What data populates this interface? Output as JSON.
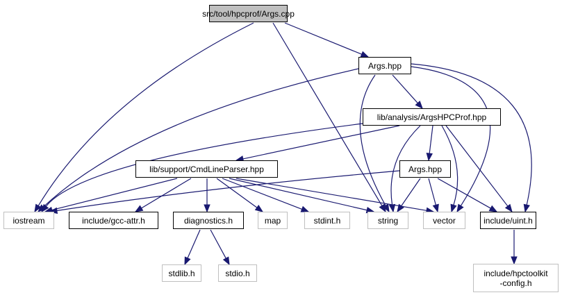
{
  "diagram": {
    "title": "Include dependency graph for src/tool/hpcprof/Args.cpp",
    "edge_color": "#191970",
    "nodes": [
      {
        "id": "root",
        "label": "src/tool/hpcprof/Args.cpp",
        "kind": "root"
      },
      {
        "id": "args_hpp",
        "label": "Args.hpp",
        "kind": "local"
      },
      {
        "id": "argshpcprof",
        "label": "lib/analysis/ArgsHPCProf.hpp",
        "kind": "local"
      },
      {
        "id": "cmdline",
        "label": "lib/support/CmdLineParser.hpp",
        "kind": "local"
      },
      {
        "id": "args_hpp2",
        "label": "Args.hpp",
        "kind": "local"
      },
      {
        "id": "iostream",
        "label": "iostream",
        "kind": "external"
      },
      {
        "id": "gccattr",
        "label": "include/gcc-attr.h",
        "kind": "local"
      },
      {
        "id": "diagnostics",
        "label": "diagnostics.h",
        "kind": "local"
      },
      {
        "id": "map",
        "label": "map",
        "kind": "external"
      },
      {
        "id": "stdint",
        "label": "stdint.h",
        "kind": "external"
      },
      {
        "id": "string",
        "label": "string",
        "kind": "external"
      },
      {
        "id": "vector",
        "label": "vector",
        "kind": "external"
      },
      {
        "id": "uint",
        "label": "include/uint.h",
        "kind": "local"
      },
      {
        "id": "stdlib",
        "label": "stdlib.h",
        "kind": "external"
      },
      {
        "id": "stdio",
        "label": "stdio.h",
        "kind": "external"
      },
      {
        "id": "hpctoolkitcfg",
        "label": "include/hpctoolkit\n-config.h",
        "kind": "external"
      }
    ],
    "edges": [
      [
        "root",
        "iostream"
      ],
      [
        "root",
        "string"
      ],
      [
        "root",
        "args_hpp"
      ],
      [
        "args_hpp",
        "iostream"
      ],
      [
        "args_hpp",
        "string"
      ],
      [
        "args_hpp",
        "argshpcprof"
      ],
      [
        "args_hpp",
        "vector"
      ],
      [
        "args_hpp",
        "uint"
      ],
      [
        "argshpcprof",
        "iostream"
      ],
      [
        "argshpcprof",
        "cmdline"
      ],
      [
        "argshpcprof",
        "string"
      ],
      [
        "argshpcprof",
        "args_hpp2"
      ],
      [
        "argshpcprof",
        "vector"
      ],
      [
        "argshpcprof",
        "uint"
      ],
      [
        "cmdline",
        "iostream"
      ],
      [
        "cmdline",
        "gccattr"
      ],
      [
        "cmdline",
        "diagnostics"
      ],
      [
        "cmdline",
        "map"
      ],
      [
        "cmdline",
        "stdint"
      ],
      [
        "cmdline",
        "string"
      ],
      [
        "cmdline",
        "vector"
      ],
      [
        "args_hpp2",
        "iostream"
      ],
      [
        "args_hpp2",
        "string"
      ],
      [
        "args_hpp2",
        "vector"
      ],
      [
        "args_hpp2",
        "uint"
      ],
      [
        "diagnostics",
        "stdlib"
      ],
      [
        "diagnostics",
        "stdio"
      ],
      [
        "uint",
        "hpctoolkitcfg"
      ]
    ]
  }
}
